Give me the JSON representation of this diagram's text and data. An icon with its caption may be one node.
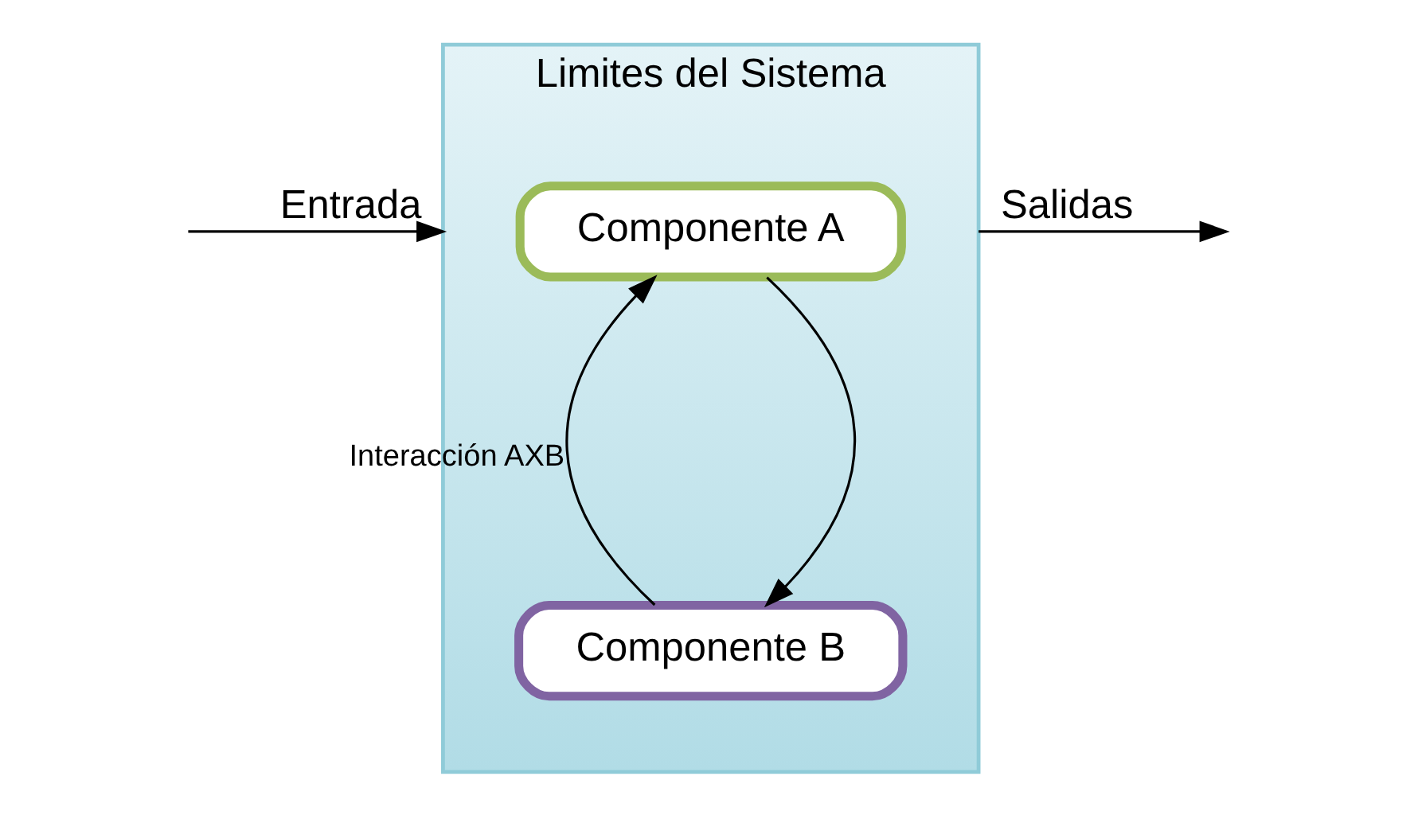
{
  "diagram": {
    "nodes": [
      {
        "text": [
          "Limites del Sistema"
        ]
      },
      {
        "text": [
          "Componente A"
        ],
        "in": 0
      },
      {
        "text": [
          "Componente B"
        ],
        "in": 0
      }
    ],
    "edges": [
      {
        "from": null,
        "to": 0,
        "arrow": "to",
        "label": "Entrada"
      },
      {
        "from": 1,
        "to": 2,
        "arrow": "to"
      },
      {
        "from": 2,
        "to": 1,
        "arrow": "to",
        "label": "Interacción AXB"
      },
      {
        "from": 0,
        "to": null,
        "arrow": "to",
        "label": "Salidas"
      }
    ]
  }
}
